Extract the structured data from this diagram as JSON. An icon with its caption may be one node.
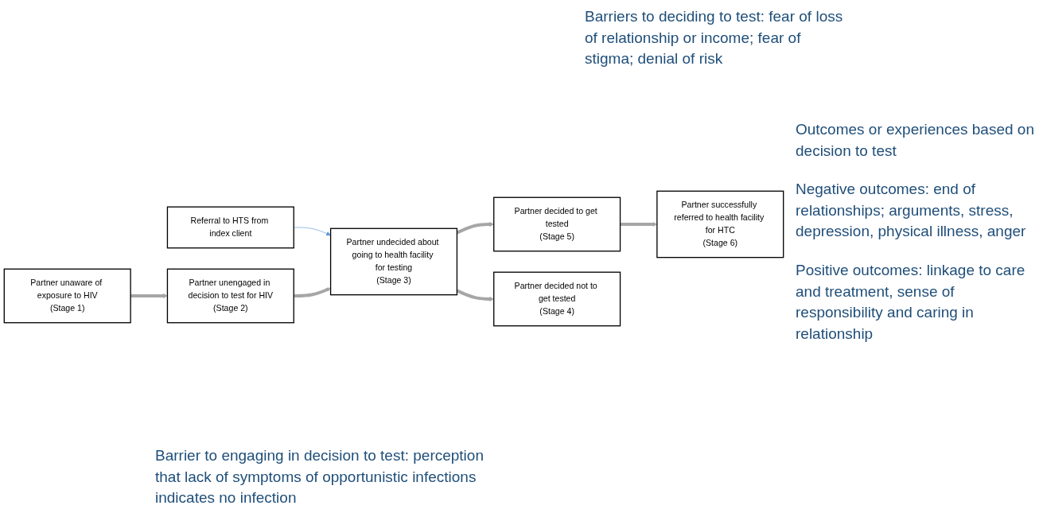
{
  "diagram": {
    "nodes": [
      {
        "text": [
          "Referral to HTS from index client"
        ]
      },
      {
        "text": [
          "Partner unaware of exposure to HIV",
          "(Stage 1)"
        ]
      },
      {
        "text": [
          "Partner unengaged in decision to test for HIV",
          "(Stage 2)"
        ]
      },
      {
        "text": [
          "Partner undecided about going to health facility for testing",
          "(Stage 3)"
        ]
      },
      {
        "text": [
          "Partner decided to get tested",
          "(Stage 5)"
        ]
      },
      {
        "text": [
          "Partner successfully referred to health facility for HTC",
          "(Stage 6)"
        ]
      },
      {
        "text": [
          "Partner decided not to get tested",
          "(Stage 4)"
        ]
      }
    ],
    "edges": [
      {
        "from": 0,
        "to": 3,
        "arrow": "to",
        "color": "#5b9bd5"
      },
      {
        "from": 1,
        "to": 2,
        "arrow": "to"
      },
      {
        "from": 2,
        "to": 3,
        "arrow": "to"
      },
      {
        "from": 3,
        "to": 4,
        "arrow": "to"
      },
      {
        "from": 4,
        "to": 5,
        "arrow": "to"
      },
      {
        "from": 3,
        "to": 6,
        "arrow": "to"
      }
    ],
    "labels": [
      "Barriers to deciding to test: fear of loss of relationship or income; fear of stigma; denial of risk",
      "Barrier to engaging in decision to test: perception that lack of symptoms of opportunistic infections indicates no infection",
      "Outcomes or experiences based on decision to test",
      "Negative outcomes: end of relationships; arguments, stress, depression, physical illness, anger",
      "Positive outcomes: linkage to care and treatment, sense of responsibility and caring in relationship"
    ]
  }
}
